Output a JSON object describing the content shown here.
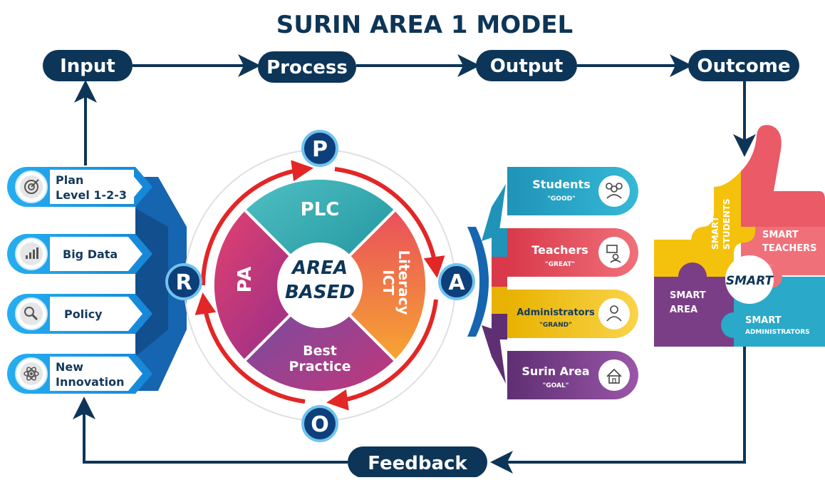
{
  "title": "SURIN AREA 1 MODEL",
  "flow": {
    "input": "Input",
    "process": "Process",
    "output": "Output",
    "outcome": "Outcome",
    "feedback": "Feedback"
  },
  "inputs": [
    {
      "line1": "Plan",
      "line2": "Level 1-2-3",
      "icon": "target-icon"
    },
    {
      "line1": "Big Data",
      "line2": "",
      "icon": "bar-chart-icon"
    },
    {
      "line1": "Policy",
      "line2": "",
      "icon": "magnifier-icon"
    },
    {
      "line1": "New",
      "line2": "Innovation",
      "icon": "atom-icon"
    }
  ],
  "cycle": {
    "p": "P",
    "a": "A",
    "o": "O",
    "r": "R",
    "top": "PLC",
    "left": "PA",
    "right_line1": "ICT",
    "right_line2": "Literacy",
    "bottom_line1": "Best",
    "bottom_line2": "Practice",
    "center_line1": "AREA",
    "center_line2": "BASED"
  },
  "outputs": [
    {
      "label": "Students",
      "sub": "\"GOOD\"",
      "icon": "group-icon",
      "color": "#2aa9c9"
    },
    {
      "label": "Teachers",
      "sub": "\"GREAT\"",
      "icon": "teacher-icon",
      "color": "#e8505b"
    },
    {
      "label": "Administrators",
      "sub": "\"GRAND\"",
      "icon": "person-icon",
      "color": "#f4c20d"
    },
    {
      "label": "Surin Area",
      "sub": "\"GOAL\"",
      "icon": "home-icon",
      "color": "#7a3e86"
    }
  ],
  "smart": {
    "students_line1": "SMART",
    "students_line2": "STUDENTS",
    "teachers_line1": "SMART",
    "teachers_line2": "TEACHERS",
    "area_line1": "SMART",
    "area_line2": "AREA",
    "admins_line1": "SMART",
    "admins_line2": "ADMINISTRATORS",
    "center": "SMART"
  },
  "colors": {
    "navy": "#0d3557",
    "blue": "#1c9ee8",
    "red": "#e32626",
    "teal": "#2aa9c9",
    "pink": "#e8505b",
    "yellow": "#f4c20d",
    "purple": "#7a3e86"
  }
}
